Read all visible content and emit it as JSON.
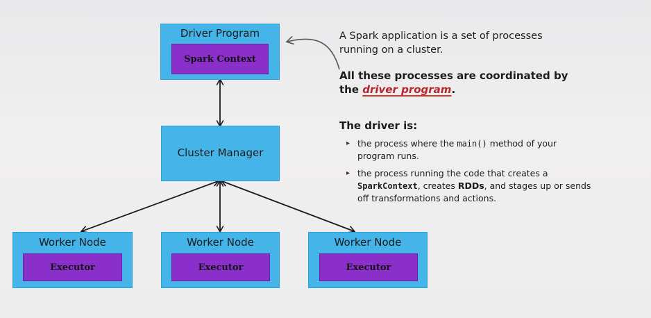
{
  "diagram": {
    "driver": {
      "title": "Driver Program",
      "inner": "Spark Context"
    },
    "cluster_manager": {
      "title": "Cluster Manager"
    },
    "workers": [
      {
        "title": "Worker Node",
        "inner": "Executor"
      },
      {
        "title": "Worker Node",
        "inner": "Executor"
      },
      {
        "title": "Worker Node",
        "inner": "Executor"
      }
    ]
  },
  "notes": {
    "p1": "A Spark application is a set of processes running on a cluster.",
    "p2_prefix": "All these processes are coordinated by the ",
    "p2_highlight": "driver program",
    "p2_suffix": ".",
    "heading": "The driver is:",
    "bullets": [
      {
        "t1": "the process where the ",
        "code": "main()",
        "t2": " method of your program runs."
      },
      {
        "t1": "the process running the code that creates a ",
        "code": "SparkContext",
        "t2": ", creates ",
        "bold": "RDDs",
        "t3": ", and stages up or sends off transformations and actions."
      }
    ]
  },
  "colors": {
    "node_fill": "#45b5e9",
    "inner_fill": "#8a2fc9",
    "highlight": "#b3262b"
  }
}
